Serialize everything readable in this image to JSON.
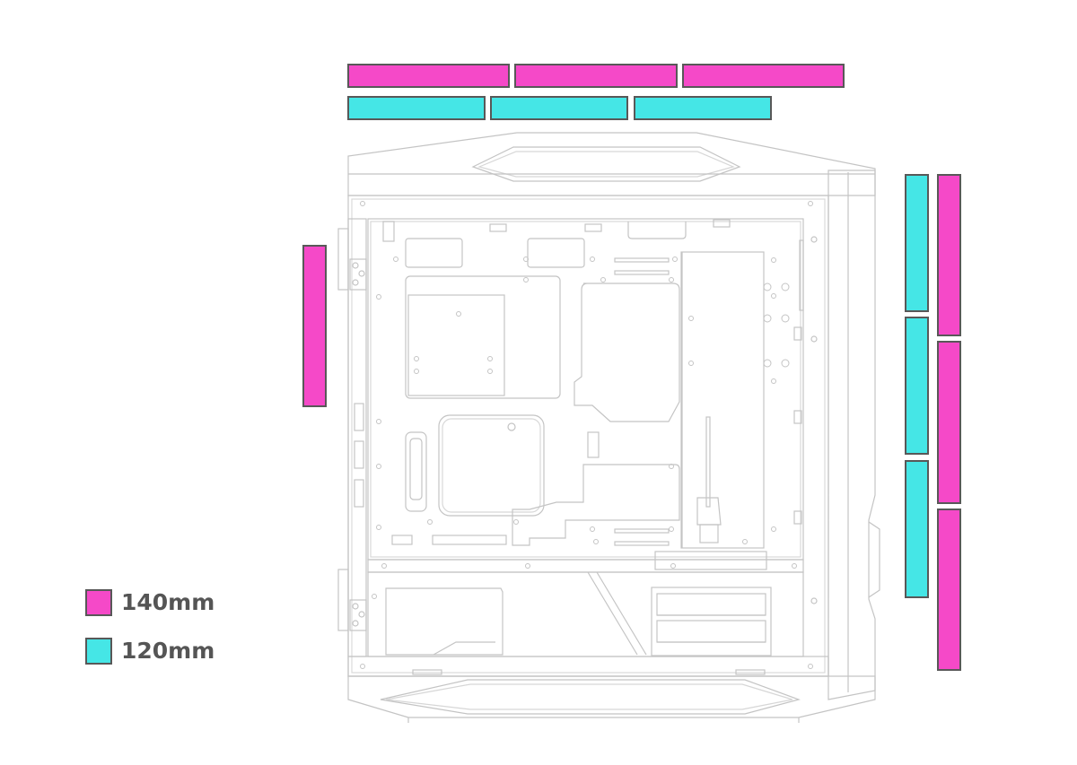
{
  "legend": {
    "items": [
      {
        "label": "140mm",
        "color": "#f549c8"
      },
      {
        "label": "120mm",
        "color": "#45e6e6"
      }
    ]
  },
  "colors": {
    "fan_140mm": "#f549c8",
    "fan_120mm": "#45e6e6",
    "outline": "#585858",
    "case_line": "#c8c8c8"
  },
  "fan_positions": {
    "top": {
      "140mm": 3,
      "120mm": 3
    },
    "front": {
      "140mm": 3,
      "120mm": 3
    },
    "rear": {
      "140mm": 1,
      "120mm": 0
    }
  }
}
